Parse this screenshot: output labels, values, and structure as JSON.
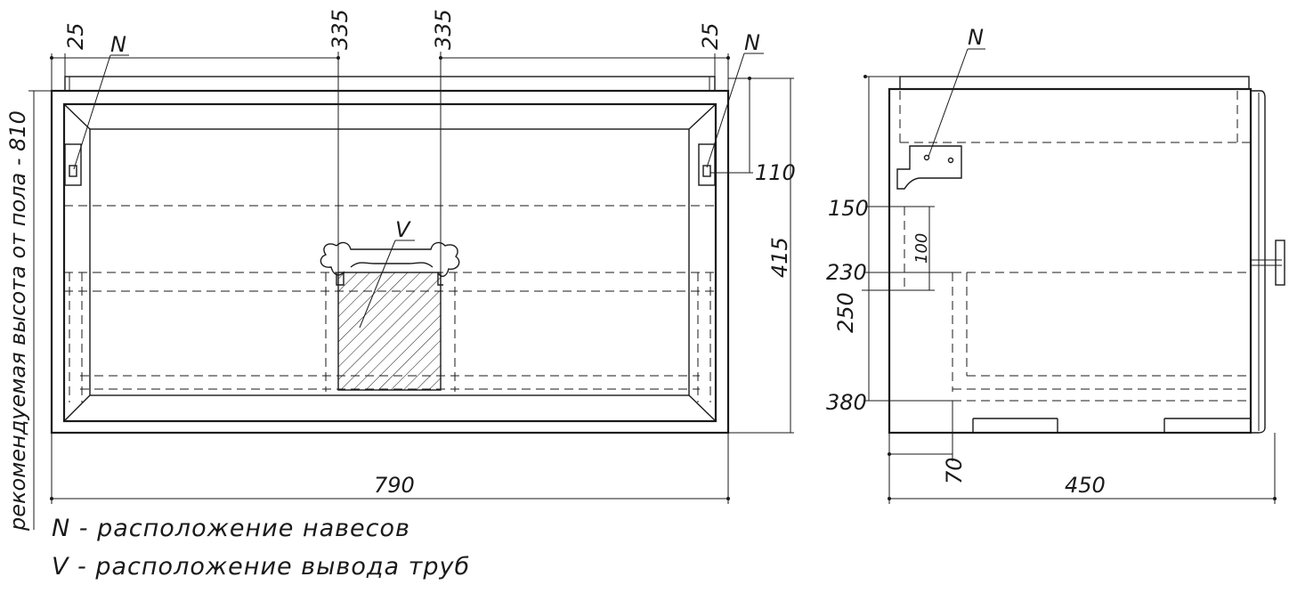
{
  "front_view": {
    "dim_left_offset": "25",
    "dim_pipe_left": "335",
    "dim_pipe_right": "335",
    "dim_right_offset": "25",
    "dim_hanger_height": "110",
    "dim_height": "415",
    "dim_width": "790",
    "hanger_label_left": "N",
    "hanger_label_right": "N",
    "pipe_label": "V",
    "recommended_height": "рекомендуемая высота от пола - 810"
  },
  "side_view": {
    "hanger_label": "N",
    "dim_150": "150",
    "dim_230": "230",
    "dim_250": "250",
    "dim_380": "380",
    "dim_100": "100",
    "dim_70": "70",
    "dim_depth": "450"
  },
  "legend": {
    "n_text": "N  -  расположение  навесов",
    "v_text": "V  -  расположение  вывода  труб"
  }
}
